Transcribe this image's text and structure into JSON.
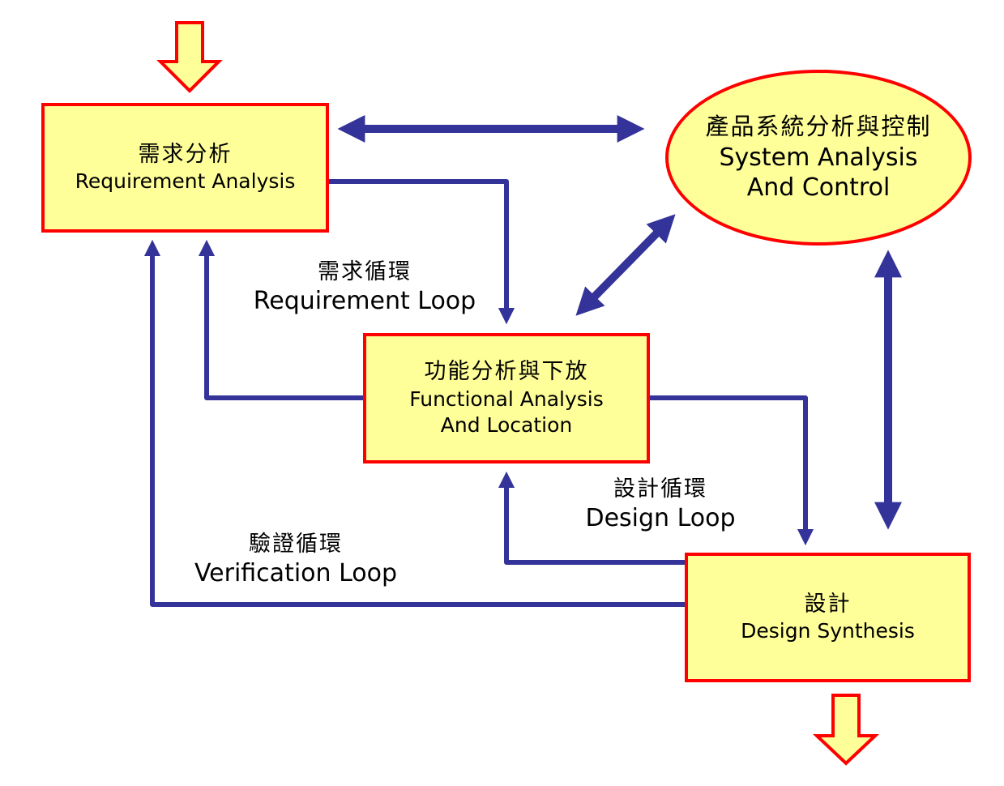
{
  "colors": {
    "box_fill": "#FFFF99",
    "box_border": "#FF0000",
    "arrow": "#333399",
    "block_arrow_fill": "#FFFF99",
    "block_arrow_border": "#FF0000",
    "text": "#000000"
  },
  "nodes": {
    "requirement_analysis": {
      "zh": "需求分析",
      "en": "Requirement Analysis"
    },
    "functional_analysis": {
      "zh": "功能分析與下放",
      "en_line1": "Functional Analysis",
      "en_line2": "And Location"
    },
    "design_synthesis": {
      "zh": "設計",
      "en": "Design Synthesis"
    },
    "system_analysis": {
      "zh": "產品系統分析與控制",
      "en_line1": "System Analysis",
      "en_line2": "And Control"
    }
  },
  "loops": {
    "requirement_loop": {
      "zh": "需求循環",
      "en": "Requirement Loop"
    },
    "design_loop": {
      "zh": "設計循環",
      "en": "Design Loop"
    },
    "verification_loop": {
      "zh": "驗證循環",
      "en": "Verification Loop"
    }
  },
  "icons": {
    "input": "down-block-arrow-icon",
    "output": "down-block-arrow-icon"
  }
}
